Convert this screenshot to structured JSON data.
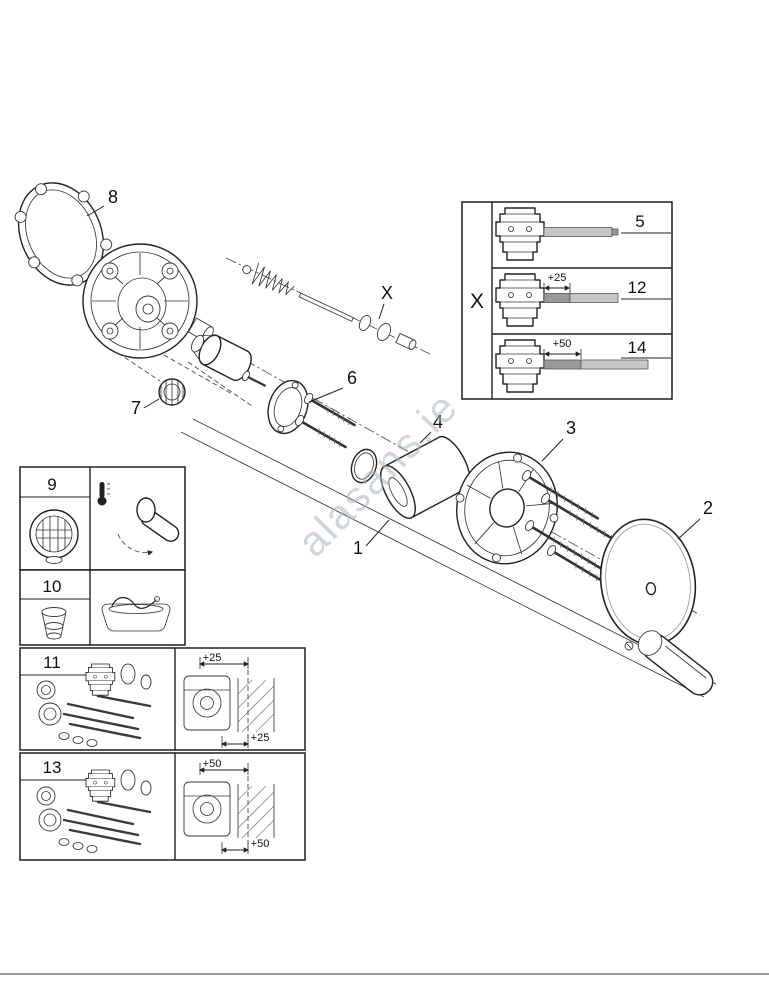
{
  "watermark": {
    "text": "alasans.ie",
    "color": "#a9b6c3"
  },
  "callouts": {
    "part1": "1",
    "part2": "2",
    "part3": "3",
    "part4": "4",
    "part6": "6",
    "part7": "7",
    "part8": "8",
    "spindle": "X"
  },
  "variant_box": {
    "x_label": "X",
    "rows": [
      {
        "num": "5",
        "dim": ""
      },
      {
        "num": "12",
        "dim": "+25"
      },
      {
        "num": "14",
        "dim": "+50"
      }
    ]
  },
  "detail_boxes": {
    "box9": {
      "num": "9"
    },
    "box10": {
      "num": "10"
    },
    "box11": {
      "num": "11",
      "dim_top": "+25",
      "dim_bottom": "+25"
    },
    "box13": {
      "num": "13",
      "dim_top": "+50",
      "dim_bottom": "+50"
    }
  },
  "colors": {
    "line": "#1f1f1f",
    "rod_light": "#c7c7c7",
    "rod_dark": "#999999"
  }
}
